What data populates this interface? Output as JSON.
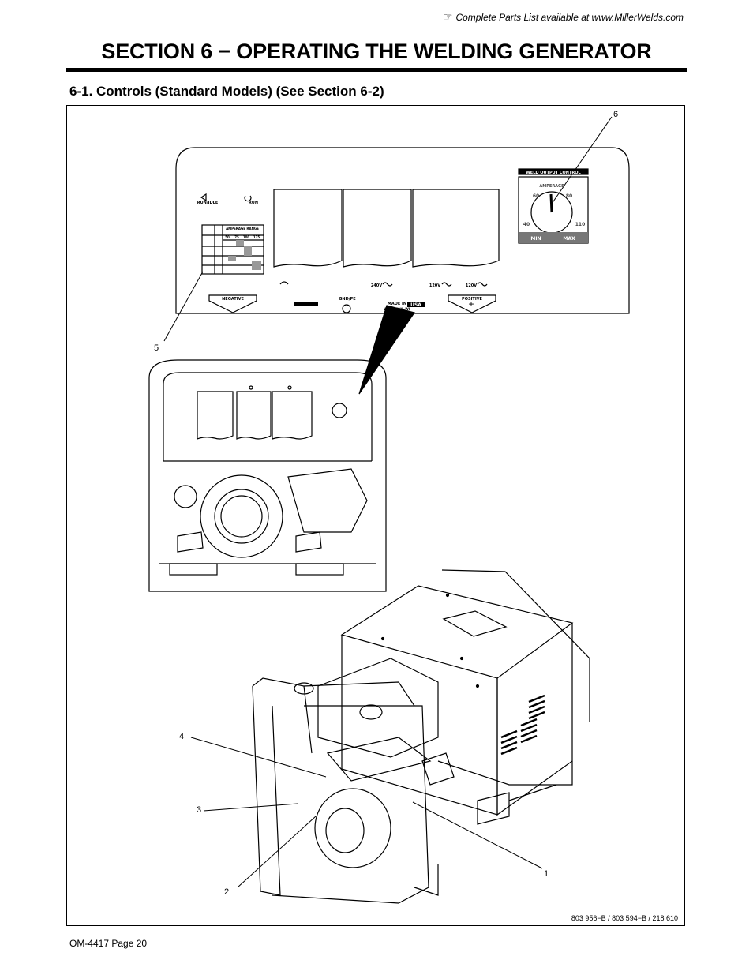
{
  "header": {
    "note_icon": "pointing-hand-icon",
    "note": "Complete Parts List available at www.MillerWelds.com"
  },
  "section": {
    "title": "SECTION 6 − OPERATING THE WELDING GENERATOR",
    "subtitle": "6-1.   Controls (Standard Models) (See Section 6-2)"
  },
  "figure": {
    "callouts": [
      "1",
      "2",
      "3",
      "4",
      "5",
      "6"
    ],
    "panel": {
      "labels": {
        "weld_output_control": "WELD OUTPUT CONTROL",
        "amperage": "AMPERAGE",
        "dial_40": "40",
        "dial_60": "60",
        "dial_80": "80",
        "dial_110": "110",
        "min": "MIN",
        "max": "MAX",
        "run_idle": "RUN/IDLE",
        "run": "RUN",
        "v240": "240V",
        "v120a": "120V",
        "v120b": "120V",
        "negative": "NEGATIVE",
        "positive": "POSITIVE",
        "gnd": "GND/PE",
        "made_in": "MADE IN",
        "usa": "USA",
        "appleton": "APPLETON, WI",
        "amperage_range": "AMPERAGE RANGE",
        "ranges": [
          "50",
          "75",
          "100",
          "125"
        ]
      }
    },
    "reference": "803 956−B / 803 594−B / 218 610"
  },
  "footer": {
    "page": "OM-4417 Page 20"
  }
}
